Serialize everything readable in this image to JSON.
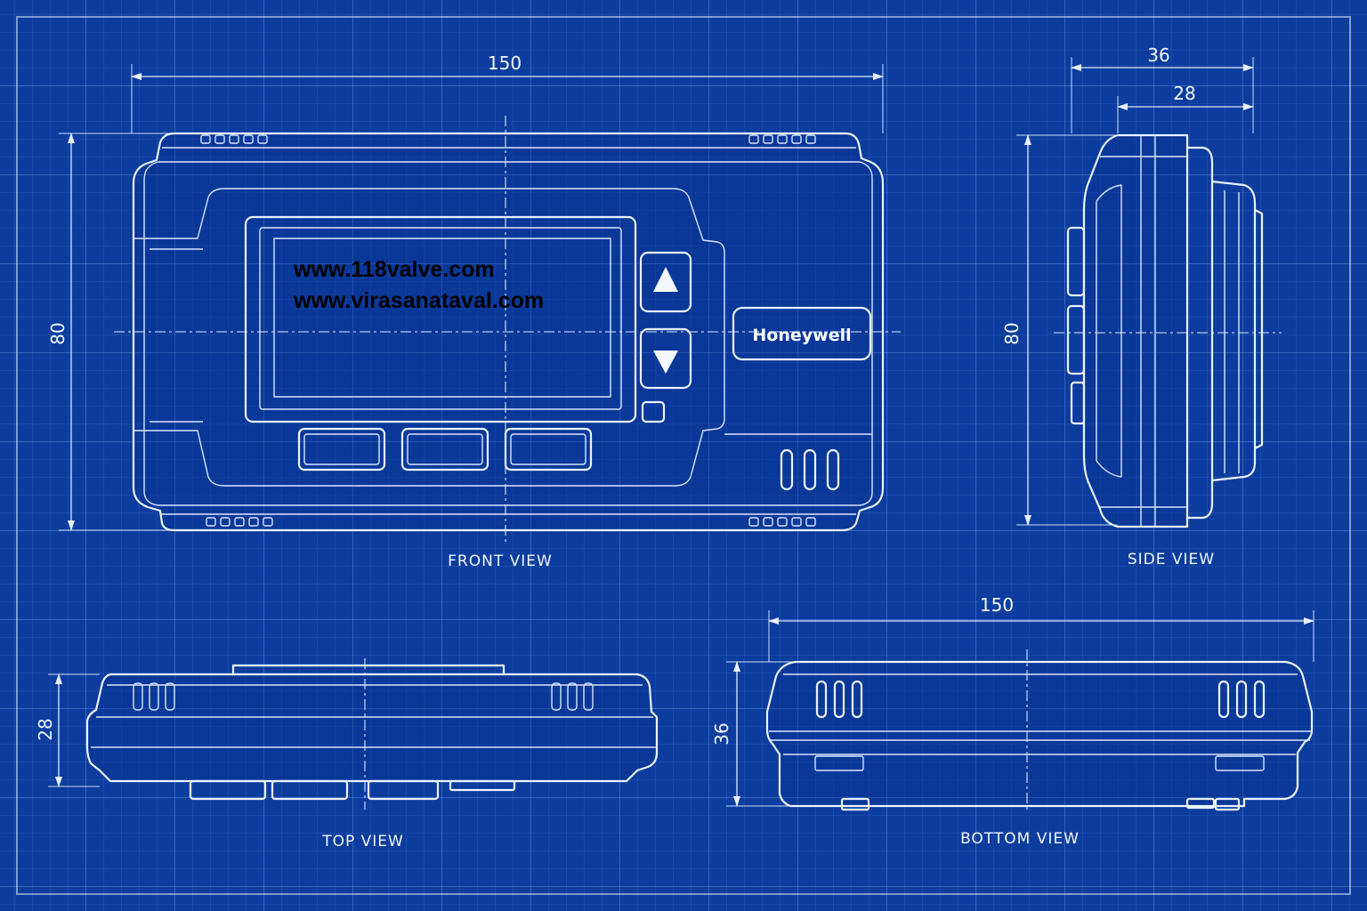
{
  "brand": "Honeywell",
  "watermark": {
    "line1": "www.118valve.com",
    "line2": "www.virasanataval.com"
  },
  "views": {
    "front": {
      "caption": "FRONT VIEW",
      "width": "150",
      "height": "80"
    },
    "side": {
      "caption": "SIDE VIEW",
      "depth_total": "36",
      "depth_body": "28",
      "height": "80"
    },
    "top": {
      "caption": "TOP VIEW",
      "height": "28"
    },
    "bottom": {
      "caption": "BOTTOM VIEW",
      "width": "150",
      "height": "36"
    }
  },
  "icons": {
    "up_button": "triangle-up-icon",
    "down_button": "triangle-down-icon"
  },
  "colors": {
    "background": "#0c3d9e",
    "line": "#eaf2ff"
  }
}
